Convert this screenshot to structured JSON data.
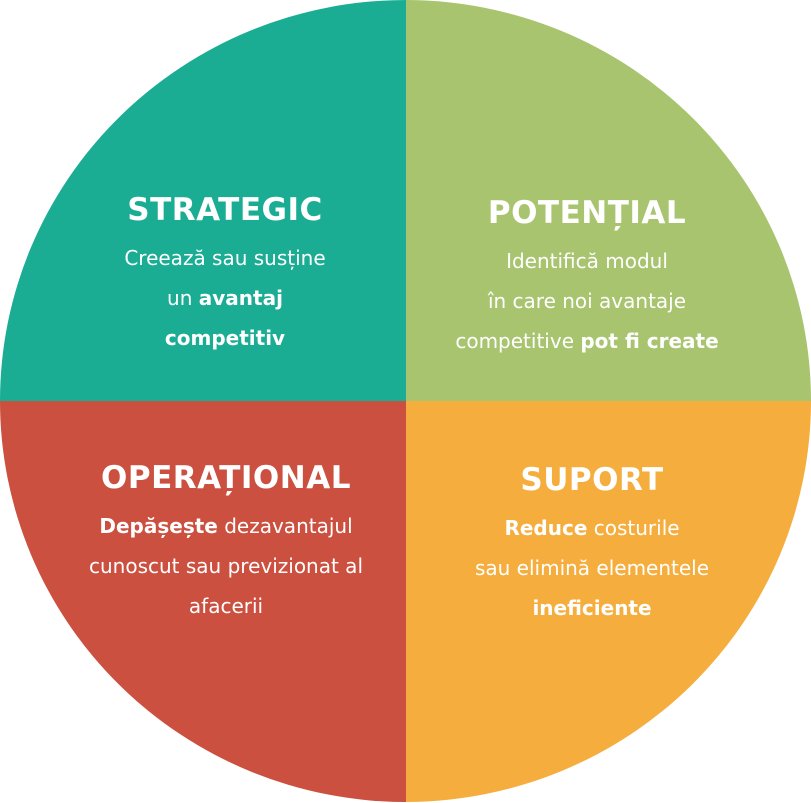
{
  "colors": {
    "strategic": "#1aad94",
    "potential": "#a9c46f",
    "operational": "#cc5040",
    "support": "#f5ae3e"
  },
  "quadrants": {
    "strategic": {
      "title": "STRATEGIC",
      "line1": "Creează sau susține",
      "line2_pre": "un ",
      "line2_bold": "avantaj",
      "line3_bold": "competitiv"
    },
    "potential": {
      "title": "POTENȚIAL",
      "line1": "Identifică modul",
      "line2": "în care noi avantaje",
      "line3_pre": "competitive ",
      "line3_bold": "pot fi create"
    },
    "operational": {
      "title": "OPERAȚIONAL",
      "line1_bold": "Depășește",
      "line1_post": " dezavantajul",
      "line2": "cunoscut sau previzionat al",
      "line3": "afacerii"
    },
    "support": {
      "title": "SUPORT",
      "line1_bold": "Reduce",
      "line1_post": " costurile",
      "line2": "sau elimină elementele",
      "line3_bold": "ineficiente"
    }
  }
}
